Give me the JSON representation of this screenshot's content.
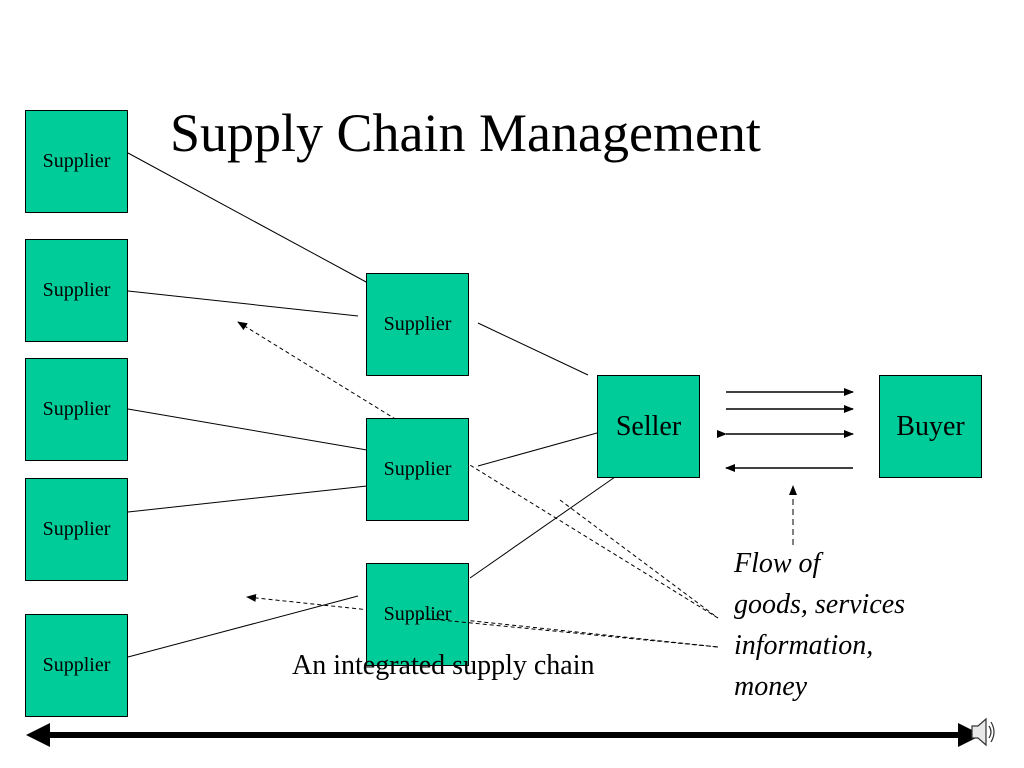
{
  "title": "Supply Chain Management",
  "nodes": {
    "tier2": [
      "Supplier",
      "Supplier",
      "Supplier",
      "Supplier",
      "Supplier"
    ],
    "tier1": [
      "Supplier",
      "Supplier",
      "Supplier"
    ],
    "seller": "Seller",
    "buyer": "Buyer"
  },
  "caption": "An integrated supply chain",
  "flow_label": [
    "Flow of",
    "goods, services",
    "information,",
    "money"
  ],
  "colors": {
    "box_fill": "#00cc99"
  }
}
